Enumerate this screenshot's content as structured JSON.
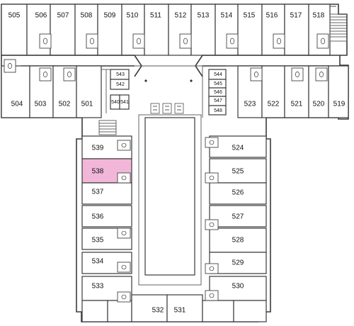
{
  "floor_plan": {
    "highlighted_room": "538",
    "highlight_color": "#f2b6d9",
    "rooms": {
      "r505": "505",
      "r506": "506",
      "r507": "507",
      "r508": "508",
      "r509": "509",
      "r510": "510",
      "r511": "511",
      "r512": "512",
      "r513": "513",
      "r514": "514",
      "r515": "515",
      "r516": "516",
      "r517": "517",
      "r518": "518",
      "r504": "504",
      "r503": "503",
      "r502": "502",
      "r501": "501",
      "r543": "543",
      "r542": "542",
      "r540": "540",
      "r541": "541",
      "r544": "544",
      "r545": "545",
      "r546": "546",
      "r547": "547",
      "r548": "548",
      "r523": "523",
      "r522": "522",
      "r521": "521",
      "r520": "520",
      "r519": "519",
      "r539": "539",
      "r538": "538",
      "r537": "537",
      "r536": "536",
      "r535": "535",
      "r534": "534",
      "r533": "533",
      "r524": "524",
      "r525": "525",
      "r526": "526",
      "r527": "527",
      "r528": "528",
      "r529": "529",
      "r530": "530",
      "r532": "532",
      "r531": "531"
    }
  }
}
